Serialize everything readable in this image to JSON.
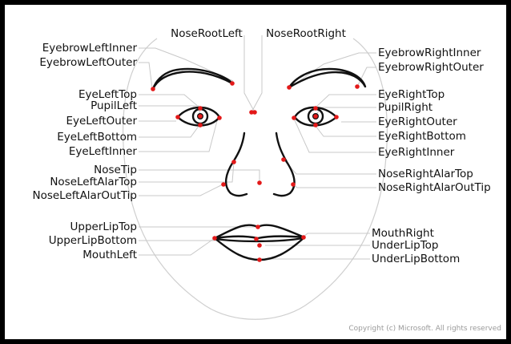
{
  "labels": {
    "nose_root_left": "NoseRootLeft",
    "nose_root_right": "NoseRootRight",
    "eyebrow_left_inner": "EyebrowLeftInner",
    "eyebrow_left_outer": "EyebrowLeftOuter",
    "eye_left_top": "EyeLeftTop",
    "pupil_left": "PupilLeft",
    "eye_left_outer": "EyeLeftOuter",
    "eye_left_bottom": "EyeLeftBottom",
    "eye_left_inner": "EyeLeftInner",
    "nose_tip": "NoseTip",
    "nose_left_alar_top": "NoseLeftAlarTop",
    "nose_left_alar_out_tip": "NoseLeftAlarOutTip",
    "upper_lip_top": "UpperLipTop",
    "upper_lip_bottom": "UpperLipBottom",
    "mouth_left": "MouthLeft",
    "eyebrow_right_inner": "EyebrowRightInner",
    "eyebrow_right_outer": "EyebrowRightOuter",
    "eye_right_top": "EyeRightTop",
    "pupil_right": "PupilRight",
    "eye_right_outer": "EyeRightOuter",
    "eye_right_bottom": "EyeRightBottom",
    "eye_right_inner": "EyeRightInner",
    "nose_right_alar_top": "NoseRightAlarTop",
    "nose_right_alar_out_tip": "NoseRightAlarOutTip",
    "mouth_right": "MouthRight",
    "under_lip_top": "UnderLipTop",
    "under_lip_bottom": "UnderLipBottom"
  },
  "copyright": "Copyright (c) Microsoft. All rights reserved",
  "colors": {
    "landmark_dot": "#e31919",
    "leader_line": "#c8c8c8",
    "feature_stroke": "#111111",
    "frame": "#000000"
  }
}
